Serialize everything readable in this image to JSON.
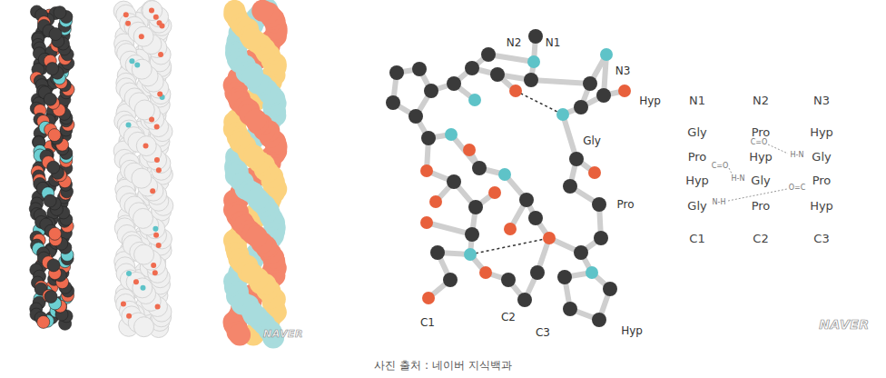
{
  "diagram": {
    "caption": "사진 출처 : 네이버 지식백과",
    "labels": [
      "N2",
      "N1",
      "N3",
      "Hyp",
      "Gly",
      "Pro",
      "C1",
      "C2",
      "C3",
      "Hyp",
      "N1",
      "N2",
      "N3",
      "Gly",
      "Pro",
      "Hyp",
      "C=O",
      "Pro",
      "Hyp",
      "H-N",
      "Gly",
      "C=O",
      "Hyp",
      "H-N",
      "Gly",
      "Pro",
      "O=C",
      "Gly",
      "N-H",
      "Pro",
      "Hyp",
      "C1",
      "C2",
      "C3",
      "NAVER",
      "NAVER"
    ]
  }
}
